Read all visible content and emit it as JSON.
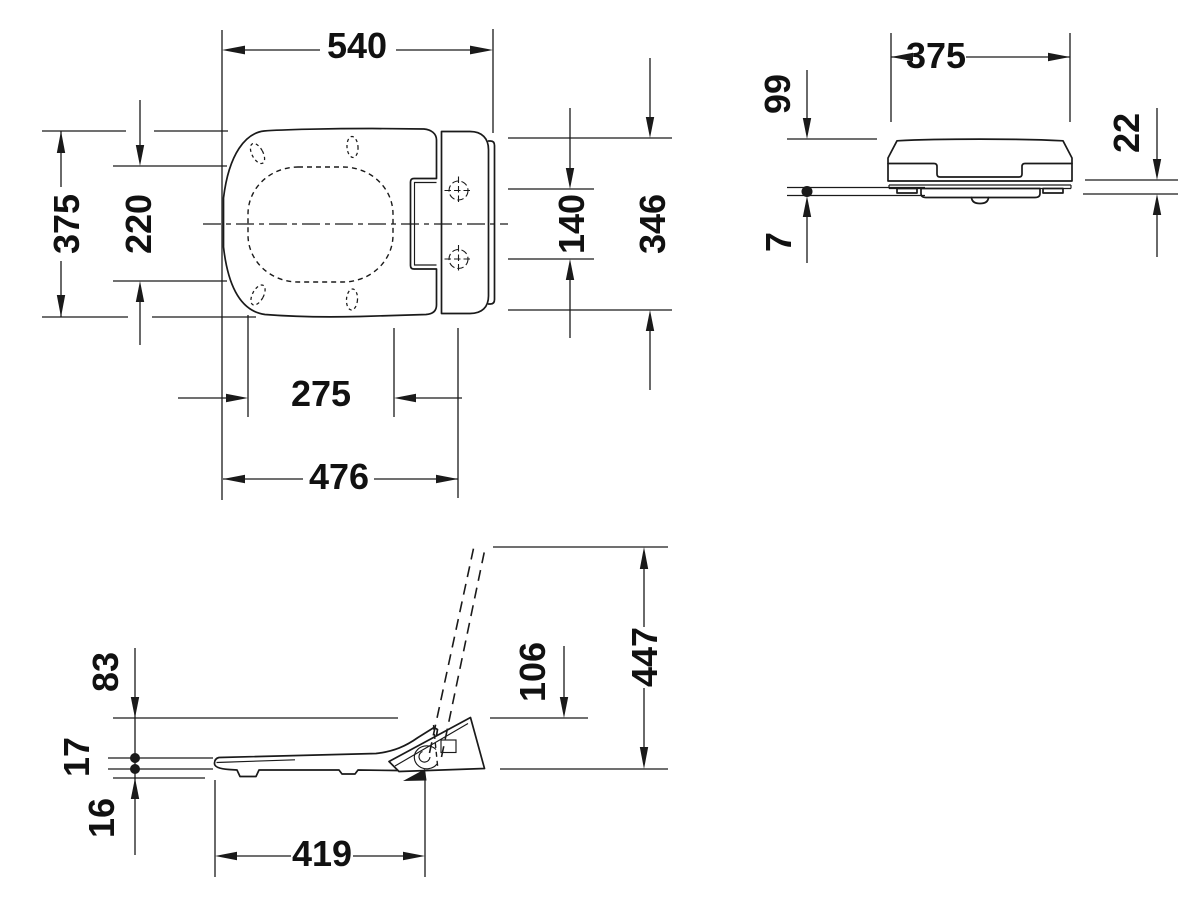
{
  "drawing": {
    "background": "#ffffff",
    "line_color": "#1a1a1a",
    "views": {
      "plan": {
        "label": "top view of seat with service unit",
        "dims": {
          "length_overall": "540",
          "depth_overall": "375",
          "opening_depth": "220",
          "hole_spacing": "140",
          "unit_depth": "346",
          "opening_width": "275",
          "front_to_holes": "476"
        }
      },
      "front": {
        "label": "front view of service unit",
        "dims": {
          "width": "375",
          "height_above": "99",
          "base_gap": "7",
          "ring_height": "22"
        }
      },
      "side": {
        "label": "side view with open lid (dashed)",
        "dims": {
          "back_height": "83",
          "seat_thickness": "17",
          "underside_clearance": "16",
          "unit_height": "106",
          "open_lid_height": "447",
          "seat_length": "419"
        }
      }
    }
  }
}
